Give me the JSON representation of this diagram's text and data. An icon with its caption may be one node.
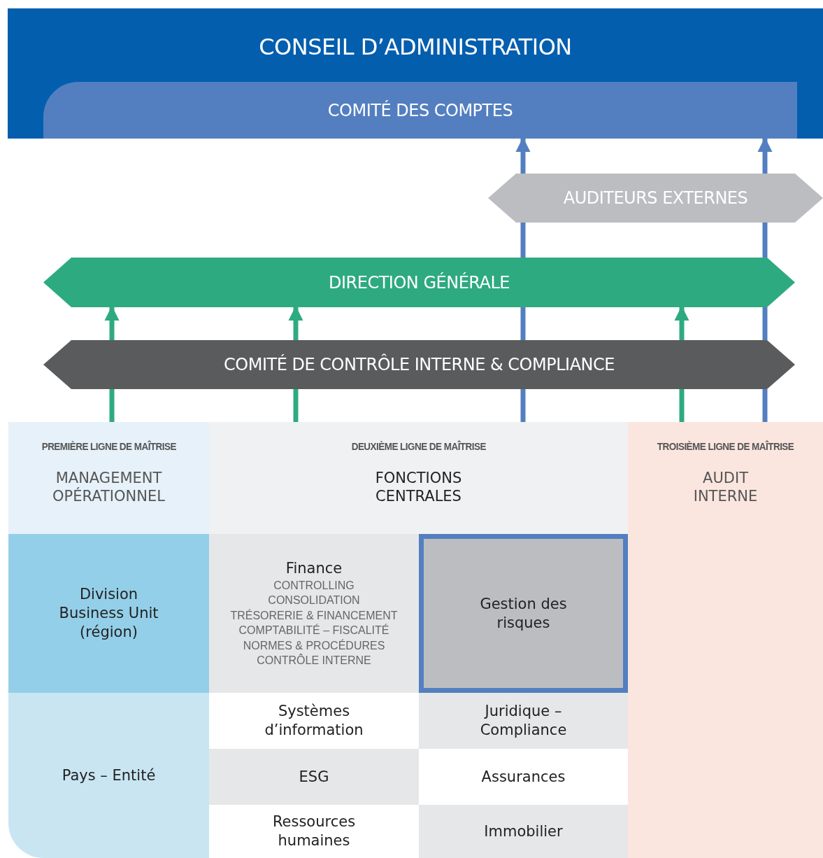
{
  "diagram": {
    "nodes": [
      {
        "text": [
          "CONSEIL D’ADMINISTRATION"
        ]
      },
      {
        "text": [
          "COMITÉ DES COMPTES"
        ],
        "in": 0
      },
      {
        "text": [
          "AUDITEURS EXTERNES"
        ]
      },
      {
        "text": [
          "DIRECTION GÉNÉRALE"
        ]
      },
      {
        "text": [
          "COMITÉ DE CONTRÔLE INTERNE & COMPLIANCE"
        ]
      },
      {
        "text": [
          "PREMIÈRE LIGNE DE MAÎTRISE",
          "MANAGEMENT OPÉRATIONNEL"
        ]
      },
      {
        "text": [
          "DEUXIÈME LIGNE DE MAÎTRISE",
          "FONCTIONS CENTRALES"
        ]
      },
      {
        "text": [
          "TROISIÈME LIGNE DE MAÎTRISE",
          "AUDIT INTERNE"
        ]
      },
      {
        "text": [
          "Division Business Unit (région)"
        ]
      },
      {
        "text": [
          "Finance",
          "CONTROLLING",
          "CONSOLIDATION",
          "TRÉSORERIE & FINANCEMENT",
          "COMPTABILITÉ – FISCALITÉ",
          "NORMES & PROCÉDURES",
          "CONTRÔLE INTERNE"
        ]
      },
      {
        "text": [
          "Gestion des risques"
        ]
      },
      {
        "text": [
          "Pays – Entité"
        ]
      },
      {
        "text": [
          "Systèmes d’information"
        ]
      },
      {
        "text": [
          "Juridique – Compliance"
        ]
      },
      {
        "text": [
          "ESG"
        ]
      },
      {
        "text": [
          "Assurances"
        ]
      },
      {
        "text": [
          "Ressources humaines"
        ]
      },
      {
        "text": [
          "Immobilier"
        ]
      }
    ],
    "edges": [
      {
        "from": 5,
        "to": 4,
        "arrow": "none"
      },
      {
        "from": 4,
        "to": 3,
        "arrow": "to"
      },
      {
        "from": 6,
        "to": 4,
        "arrow": "none"
      },
      {
        "from": 4,
        "to": 3,
        "arrow": "to"
      },
      {
        "from": 6,
        "to": 4,
        "arrow": "none",
        "color": "#537fc1"
      },
      {
        "from": 4,
        "to": 3,
        "arrow": "none",
        "color": "#537fc1"
      },
      {
        "from": 3,
        "to": 2,
        "arrow": "none",
        "color": "#537fc1"
      },
      {
        "from": 2,
        "to": 1,
        "arrow": "to",
        "color": "#537fc1"
      },
      {
        "from": 7,
        "to": 4,
        "arrow": "none"
      },
      {
        "from": 4,
        "to": 3,
        "arrow": "to"
      },
      {
        "from": 7,
        "to": 4,
        "arrow": "none",
        "color": "#537fc1"
      },
      {
        "from": 4,
        "to": 3,
        "arrow": "none",
        "color": "#537fc1"
      },
      {
        "from": 3,
        "to": 2,
        "arrow": "none",
        "color": "#537fc1"
      },
      {
        "from": 2,
        "to": 1,
        "arrow": "to",
        "color": "#537fc1"
      }
    ]
  }
}
